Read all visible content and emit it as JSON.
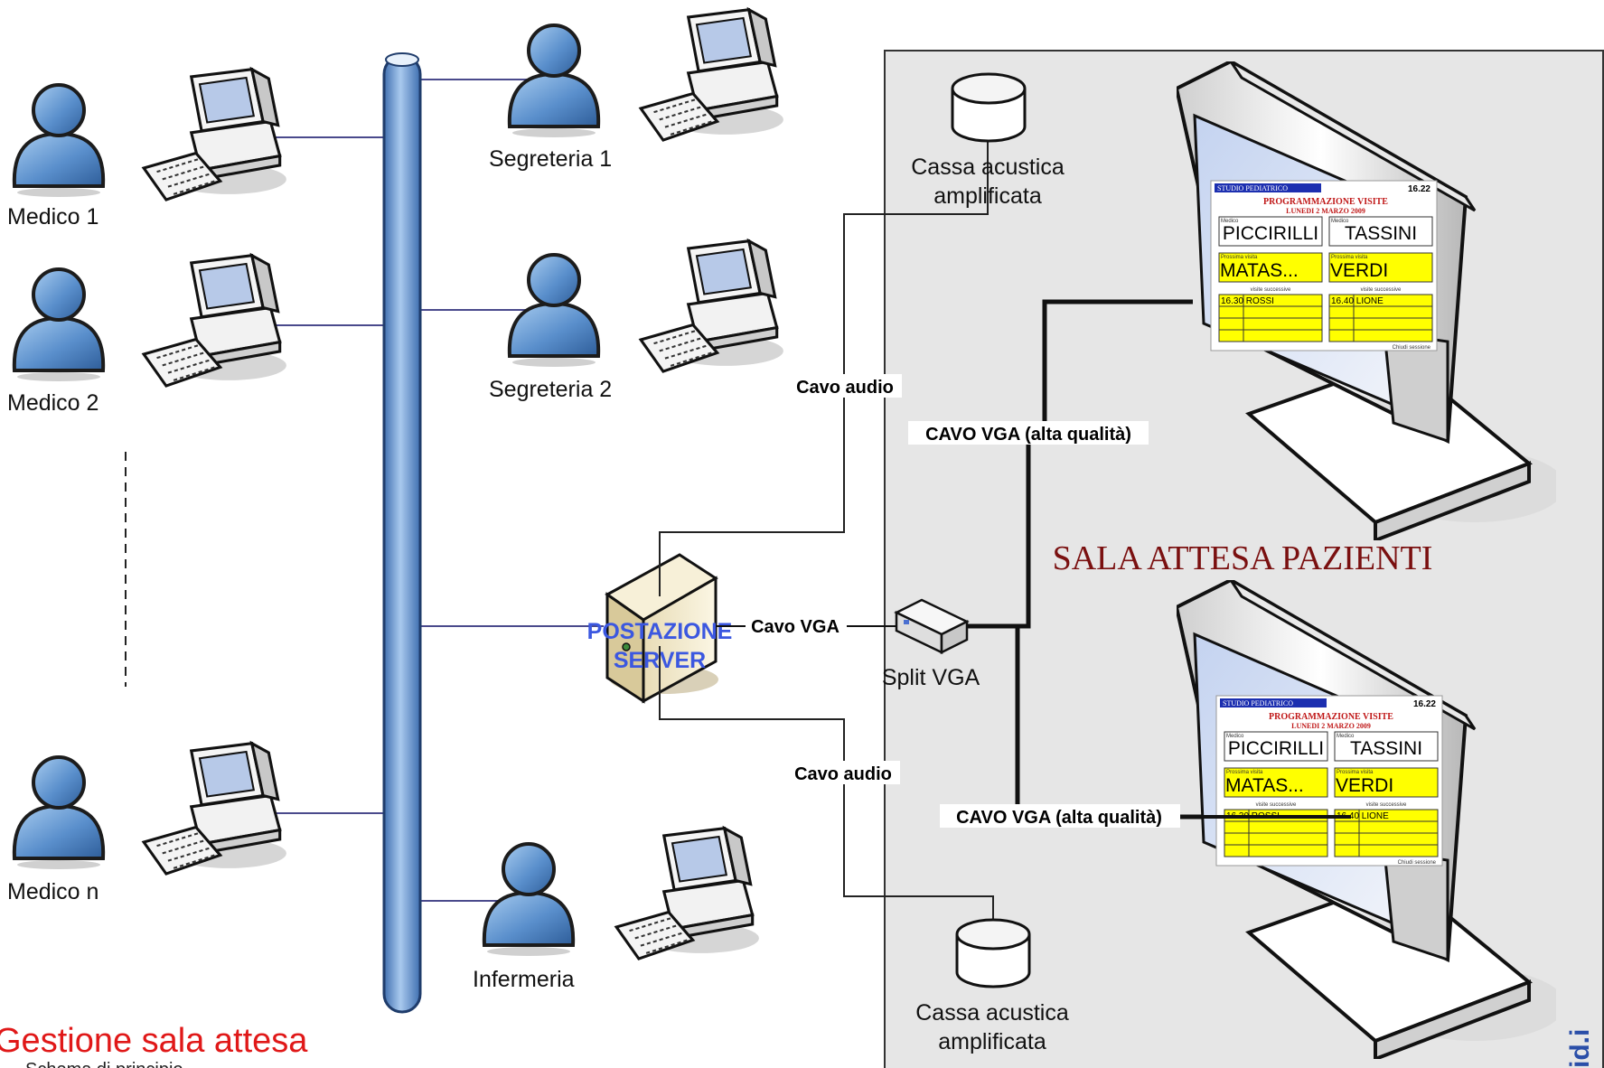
{
  "diagram": {
    "room_title": "SALA ATTESA PAZIENTI",
    "footer_title": "Gestione sala attesa",
    "footer_subtitle": "Schema di principio",
    "watermark": "id.i",
    "nodes": {
      "medico_1": "Medico 1",
      "medico_2": "Medico 2",
      "medico_n": "Medico n",
      "segreteria_1": "Segreteria 1",
      "segreteria_2": "Segreteria 2",
      "infermeria": "Infermeria",
      "server_line1": "POSTAZIONE",
      "server_line2": "SERVER",
      "split_vga": "Split VGA",
      "speaker_top_line1": "Cassa acustica",
      "speaker_top_line2": "amplificata",
      "speaker_bottom_line1": "Cassa acustica",
      "speaker_bottom_line2": "amplificata"
    },
    "cables": {
      "audio_top": "Cavo audio",
      "audio_bottom": "Cavo audio",
      "vga": "Cavo VGA",
      "vga_hq_top": "CAVO VGA (alta qualità)",
      "vga_hq_bottom": "CAVO VGA (alta qualità)"
    },
    "screen": {
      "studio": "STUDIO PEDIATRICO",
      "time": "16.22",
      "heading": "PROGRAMMAZIONE VISITE",
      "date": "LUNEDI 2 MARZO 2009",
      "medico_caption": "Medico",
      "doctor_1": "PICCIRILLI",
      "doctor_2": "TASSINI",
      "next_caption": "Prossima visita",
      "next_1": "MATAS...",
      "next_2": "VERDI",
      "following_caption": "visite successive",
      "row_1": "16.30 ROSSI",
      "row_2": "16.40 LIONE",
      "footer": "Chiudi sessione"
    }
  },
  "colors": {
    "person": "#4f86c6",
    "backbone": "#6f9cd4",
    "room_bg": "#e6e6e6",
    "screen_yellow": "#ffff00",
    "title_red": "#e01818"
  }
}
